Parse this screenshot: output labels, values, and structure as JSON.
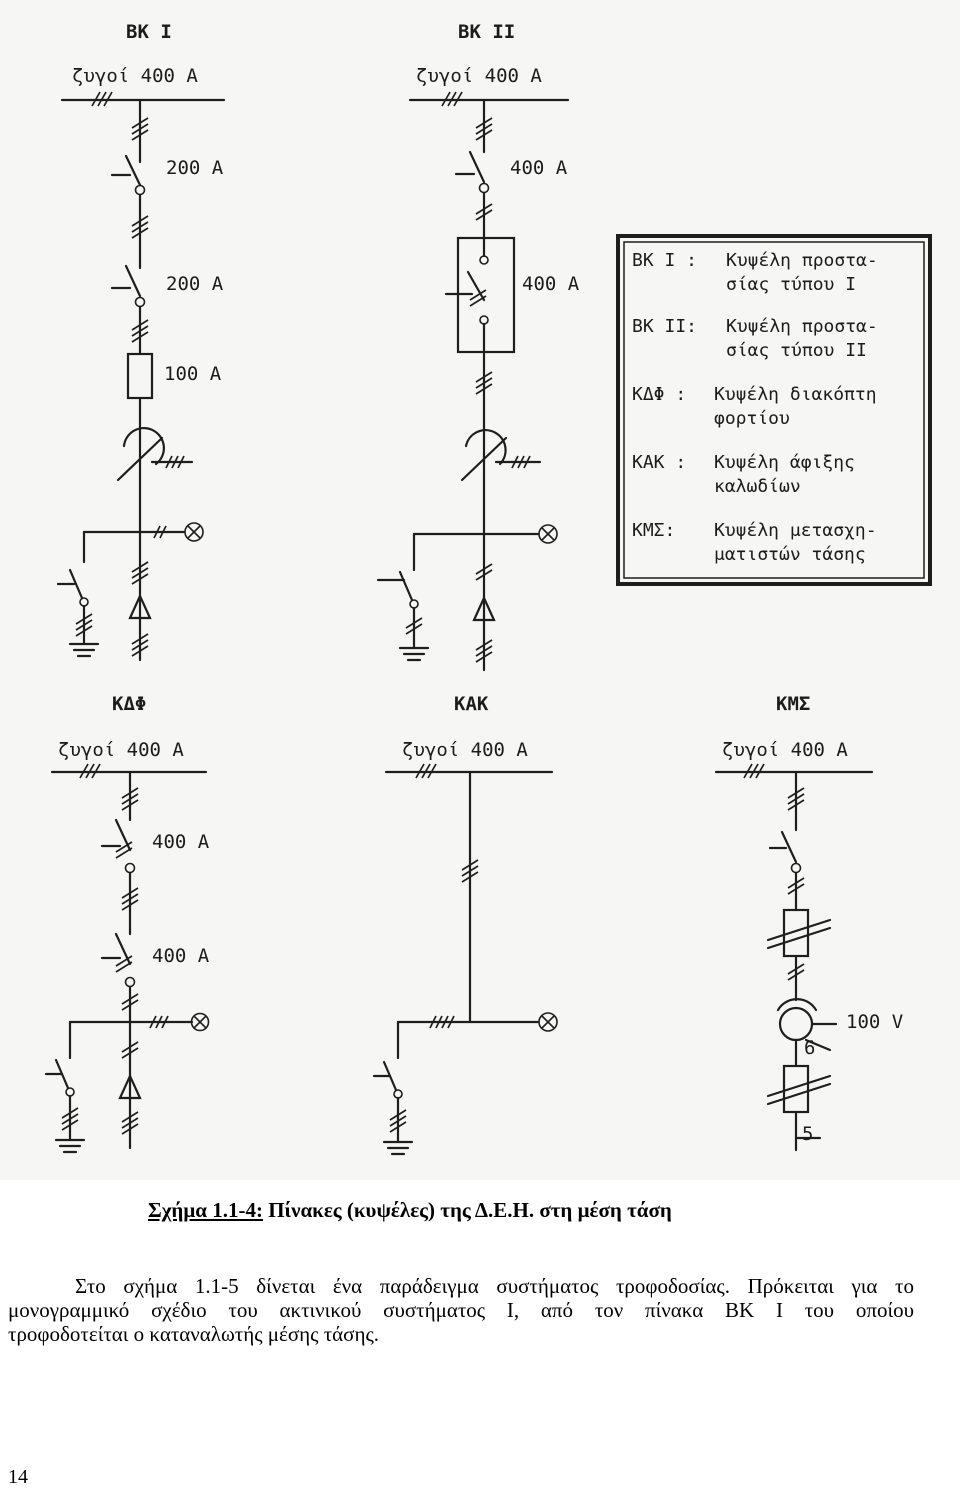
{
  "figure": {
    "panels": [
      {
        "id": "bk1",
        "title": "BK I",
        "busbar": "ζυγοί 400 A",
        "ratings": [
          "200 A",
          "200 A",
          "100 A"
        ]
      },
      {
        "id": "bk2",
        "title": "BK II",
        "busbar": "ζυγοί 400 A",
        "ratings": [
          "400 A",
          "400 A"
        ]
      },
      {
        "id": "kdf",
        "title": "ΚΔΦ",
        "busbar": "ζυγοί 400 A",
        "ratings": [
          "400 A",
          "400 A"
        ]
      },
      {
        "id": "kak",
        "title": "ΚΑΚ",
        "busbar": "ζυγοί 400 A",
        "ratings": []
      },
      {
        "id": "kms",
        "title": "ΚΜΣ",
        "busbar": "ζυγοί 400 A",
        "ratings": [
          "100 V"
        ],
        "marks": [
          "6",
          "5"
        ]
      }
    ],
    "legend": [
      {
        "code": "BK I  :",
        "line1": "Κυψέλη προστα-",
        "line2": "σίας τύπου I"
      },
      {
        "code": "BK II:",
        "line1": "Κυψέλη προστα-",
        "line2": "σίας τύπου II"
      },
      {
        "code": "ΚΔΦ :",
        "line1": "Κυψέλη διακόπτη",
        "line2": "φορτίου"
      },
      {
        "code": "ΚΑΚ :",
        "line1": "Κυψέλη άφιξης",
        "line2": "καλωδίων"
      },
      {
        "code": "ΚΜΣ:",
        "line1": "Κυψέλη μετασχη-",
        "line2": "ματιστών τάσης"
      }
    ]
  },
  "caption": {
    "label": "Σχήμα 1.1-4:",
    "text": " Πίνακες (κυψέλες) της Δ.Ε.Η. στη μέση τάση"
  },
  "paragraph": {
    "line1": "Στο σχήμα 1.1-5 δίνεται ένα παράδειγμα συστήματος τροφοδοσίας. Πρόκειται για το",
    "line2": "μονογραμμικό σχέδιο του ακτινικού συστήματος Ι, από τον πίνακα ΒΚ Ι του οποίου",
    "line3": "τροφοδοτείται ο καταναλωτής μέσης τάσης."
  },
  "page_number": "14"
}
